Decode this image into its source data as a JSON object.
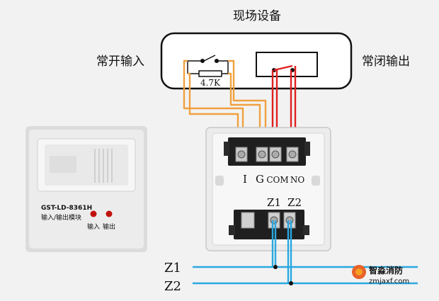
{
  "field_device": {
    "title": "现场设备",
    "no_input_label": "常开输入",
    "nc_output_label": "常闭输出",
    "resistor_label": "4.7K"
  },
  "module": {
    "model": "GST-LD-8361H",
    "name": "输入/输出模块",
    "led_input_label": "输入",
    "led_output_label": "输出",
    "led_color": "#c0120c"
  },
  "terminal_block": {
    "top_terminals": [
      "I",
      "G",
      "COM",
      "NO"
    ],
    "bottom_terminals": [
      "Z1",
      "Z2"
    ]
  },
  "bus_lines": {
    "z1_label": "Z1",
    "z2_label": "Z2"
  },
  "wire_colors": {
    "input_pair": "#f0a040",
    "output_pair": "#e02020",
    "bus": "#2aa8e0"
  },
  "watermark": {
    "brand_cn": "智淼消防",
    "site": "zmjaxf.com"
  }
}
